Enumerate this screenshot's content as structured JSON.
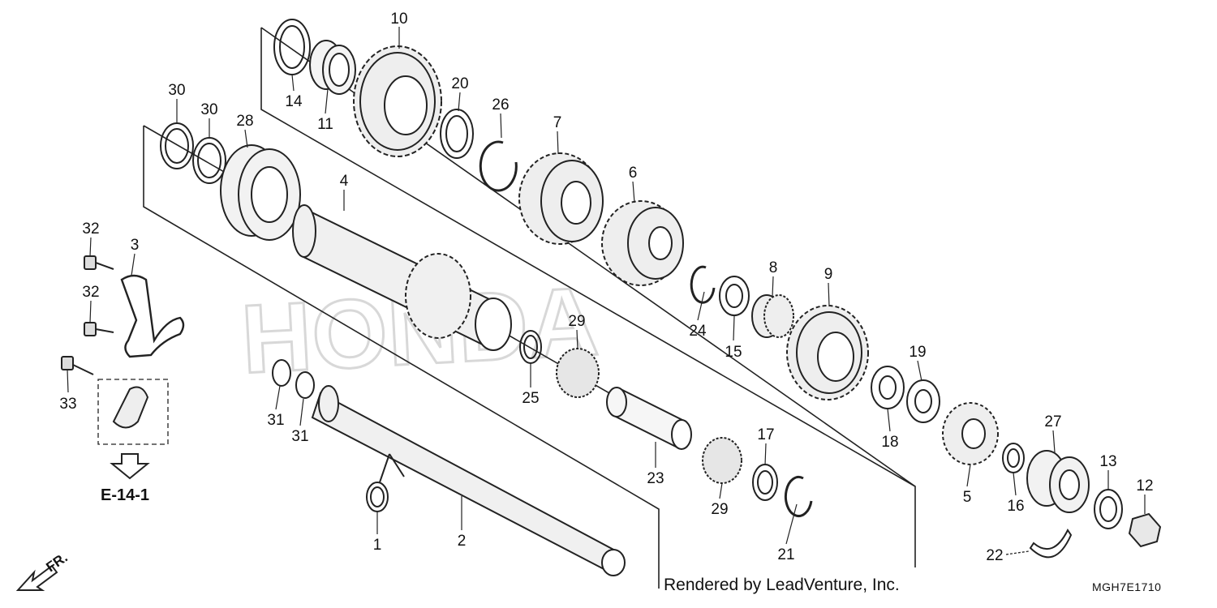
{
  "diagram": {
    "watermark_text": "HONDA",
    "reference_label": "E-14-1",
    "direction_label": "FR.",
    "footer_credit": "Rendered by LeadVenture, Inc.",
    "footer_code": "MGH7E1710",
    "part_labels": [
      "10",
      "14",
      "11",
      "20",
      "26",
      "7",
      "6",
      "30",
      "30",
      "28",
      "4",
      "32",
      "3",
      "32",
      "33",
      "8",
      "9",
      "24",
      "15",
      "29",
      "25",
      "31",
      "31",
      "19",
      "27",
      "18",
      "17",
      "23",
      "29",
      "5",
      "16",
      "13",
      "12",
      "1",
      "2",
      "21",
      "22"
    ]
  }
}
